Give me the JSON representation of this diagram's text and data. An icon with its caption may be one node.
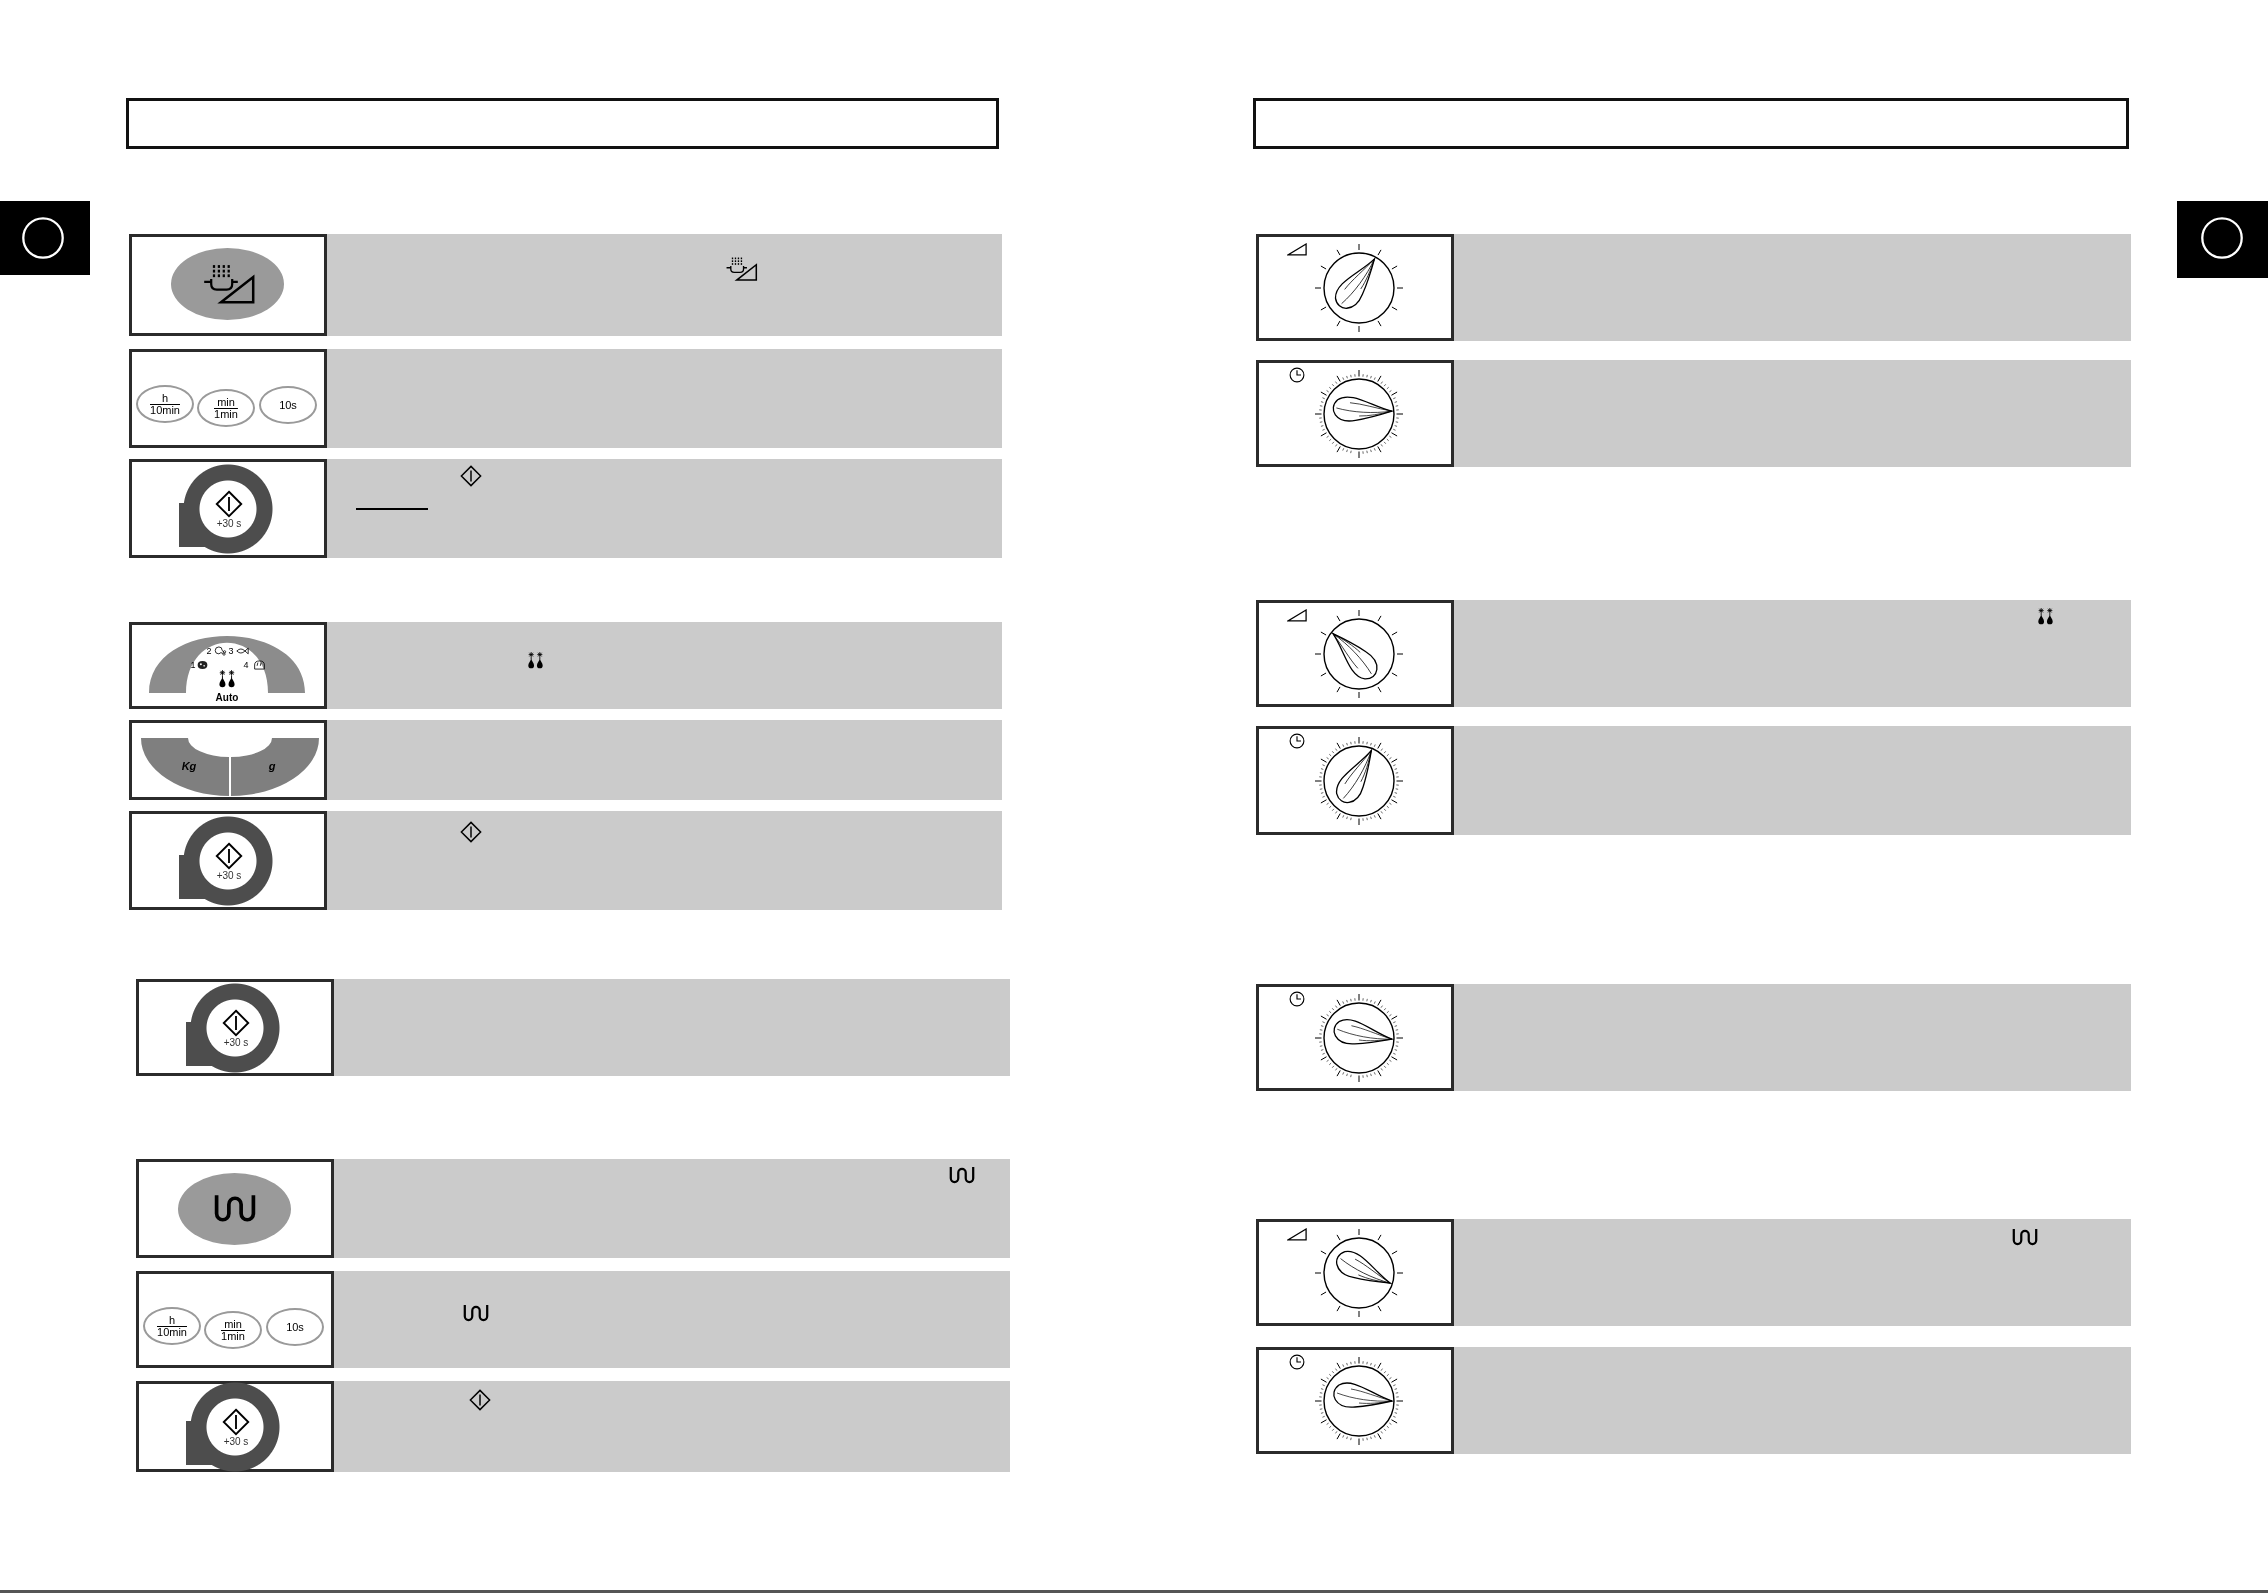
{
  "diagram": {
    "labels": [
      "h 10min",
      "min 1min",
      "10s",
      "+30 s",
      "2",
      "3",
      "1",
      "4",
      "Auto",
      "Kg",
      "g",
      "+30 s",
      "+30 s",
      "h 10min",
      "min 1min",
      "10s",
      "+30 s"
    ]
  }
}
